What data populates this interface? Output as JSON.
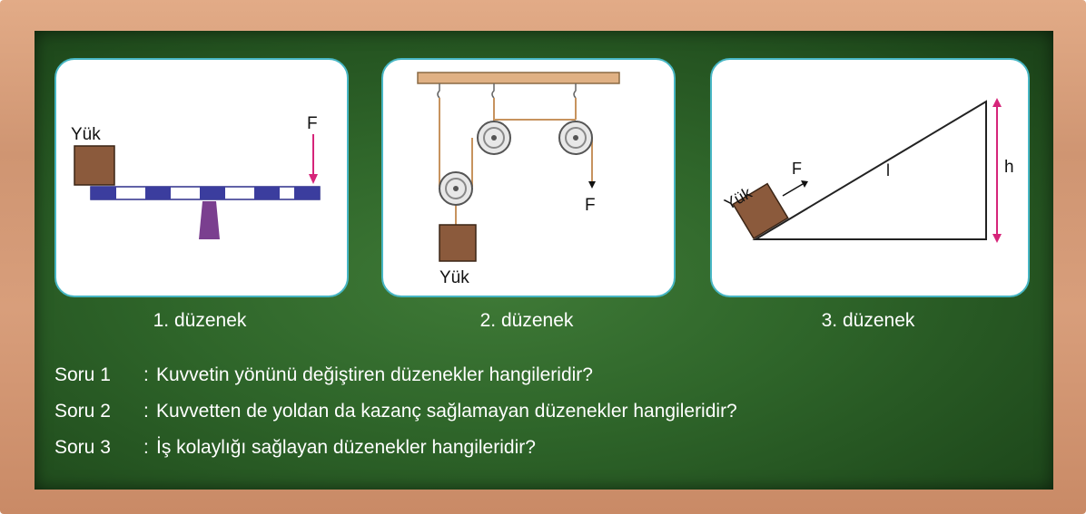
{
  "cards": [
    {
      "caption": "1. düzenek",
      "load_label": "Yük",
      "force_label": "F"
    },
    {
      "caption": "2. düzenek",
      "load_label": "Yük",
      "force_label": "F"
    },
    {
      "caption": "3. düzenek",
      "load_label": "Yük",
      "force_label": "F",
      "length_label": "l",
      "height_label": "h"
    }
  ],
  "questions": [
    {
      "label": "Soru 1",
      "text": "Kuvvetin yönünü değiştiren düzenekler hangileridir?"
    },
    {
      "label": "Soru 2",
      "text": "Kuvvetten de yoldan da kazanç sağlamayan düzenekler hangileridir?"
    },
    {
      "label": "Soru 3",
      "text": "İş kolaylığı sağlayan düzenekler hangileridir?"
    }
  ],
  "colors": {
    "board": "#2f662a",
    "frame": "#d89e7b",
    "card_border": "#47b6c4",
    "box": "#8b5a3c",
    "force_arrow": "#d6257a",
    "fulcrum": "#7a3f8f"
  }
}
